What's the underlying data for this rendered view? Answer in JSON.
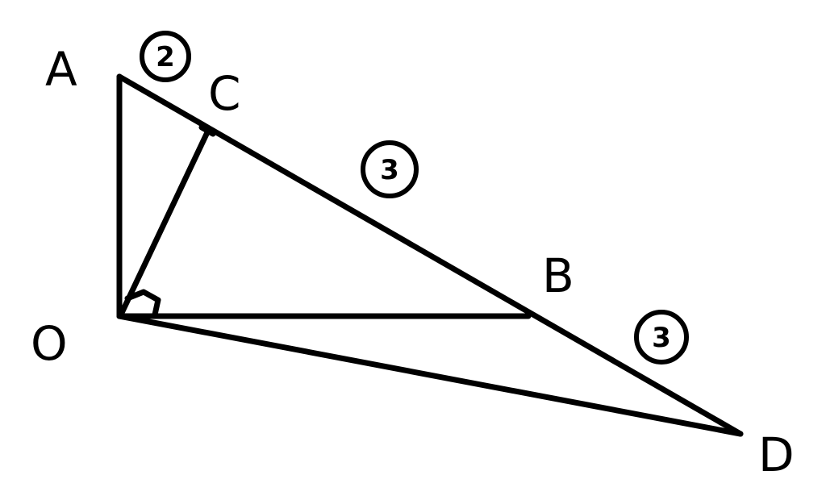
{
  "points": {
    "A": "A",
    "C": "C",
    "B": "B",
    "O": "O",
    "D": "D"
  },
  "ratios": {
    "AC": "2",
    "CB": "3",
    "BD": "3"
  },
  "colors": {
    "stroke": "#000000",
    "background": "#ffffff"
  },
  "icons": {
    "right_angle": "right-angle-icon"
  }
}
